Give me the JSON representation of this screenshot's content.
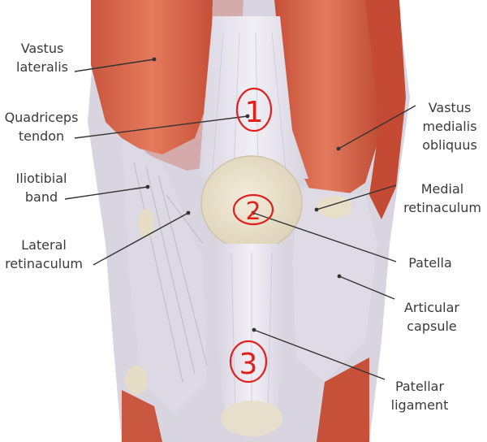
{
  "labels": {
    "vastus_lateralis": [
      "Vastus",
      "lateralis"
    ],
    "quadriceps_tendon": [
      "Quadriceps",
      "tendon"
    ],
    "iliotibial_band": [
      "Iliotibial",
      "band"
    ],
    "lateral_retinaculum": [
      "Lateral",
      "retinaculum"
    ],
    "vastus_medialis_obliquus": [
      "Vastus",
      "medialis",
      "obliquus"
    ],
    "medial_retinaculum": [
      "Medial",
      "retinaculum"
    ],
    "patella": [
      "Patella"
    ],
    "articular_capsule": [
      "Articular",
      "capsule"
    ],
    "patellar_ligament": [
      "Patellar",
      "ligament"
    ]
  },
  "annotations": {
    "mark_1": "1",
    "mark_2": "2",
    "mark_3": "3"
  },
  "colors": {
    "muscle": "#d9644a",
    "muscle_dark": "#b84530",
    "tendon": "#e6e3ee",
    "patella": "#ebe3cf",
    "ink": "#e0201c",
    "leader": "#333333"
  }
}
